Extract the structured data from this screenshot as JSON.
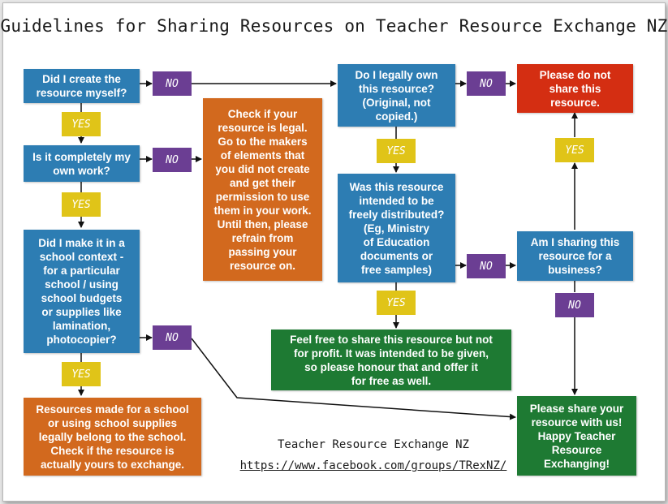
{
  "title": "Guidelines for Sharing Resources on Teacher Resource Exchange NZ",
  "labels": {
    "yes": "YES",
    "no": "NO"
  },
  "boxes": {
    "create_myself": "Did I create the\nresource myself?",
    "own_work": "Is it completely my\nown work?",
    "school_context": "Did I make it in a\nschool context -\nfor a particular\nschool / using\nschool budgets\nor supplies like\nlamination,\nphotocopier?",
    "school_resources": "Resources made for a school\nor using school supplies\nlegally belong to the school.\nCheck if the resource is\nactually yours to exchange.",
    "check_legal": "Check if your\nresource is legal.\nGo to the makers\nof elements that\nyou did not create\nand get their\npermission to use\nthem in your work.\nUntil then, please\nrefrain from\npassing your\nresource on.",
    "legally_own": "Do I legally own\nthis resource?\n(Original, not\ncopied.)",
    "freely_distributed": "Was this resource\nintended to be\nfreely distributed?\n(Eg, Ministry\nof Education\ndocuments or\nfree samples)",
    "free_not_profit": "Feel free to share this resource but not\nfor profit. It was intended to be given,\nso please honour that and offer it\nfor free as well.",
    "do_not_share": "Please do not\nshare this\nresource.",
    "business": "Am I sharing this\nresource for a\nbusiness?",
    "please_share": "Please share your\nresource with us!\nHappy Teacher\nResource\nExchanging!"
  },
  "footer": {
    "name": "Teacher Resource Exchange NZ",
    "url": "https://www.facebook.com/groups/TRexNZ/"
  },
  "colors": {
    "question": "#2d7db3",
    "advice": "#d2691e",
    "stop": "#d42e12",
    "go": "#1e7a33",
    "yes": "#e0c418",
    "no": "#6b3e93"
  }
}
